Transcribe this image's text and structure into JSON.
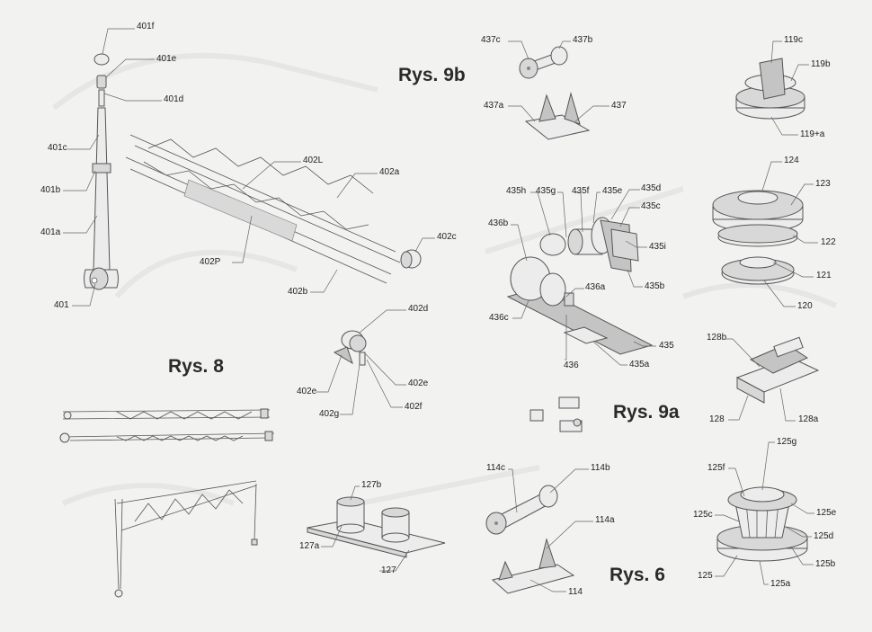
{
  "figure_titles": {
    "rys_9b": "Rys. 9b",
    "rys_8": "Rys. 8",
    "rys_9a": "Rys. 9a",
    "rys_6": "Rys. 6"
  },
  "labels": {
    "l401f": "401f",
    "l401e": "401e",
    "l401d": "401d",
    "l401c": "401c",
    "l401b": "401b",
    "l401a": "401a",
    "l401": "401",
    "l402L": "402L",
    "l402a": "402a",
    "l402c": "402c",
    "l402P": "402P",
    "l402b": "402b",
    "l402d": "402d",
    "l402e_left": "402e",
    "l402e_right": "402e",
    "l402g": "402g",
    "l402f": "402f",
    "l127b": "127b",
    "l127a": "127a",
    "l127": "127",
    "l437c": "437c",
    "l437b": "437b",
    "l437a": "437a",
    "l437": "437",
    "l435h": "435h",
    "l435g": "435g",
    "l435f": "435f",
    "l435e": "435e",
    "l435d": "435d",
    "l435c": "435c",
    "l436b": "436b",
    "l435i": "435i",
    "l436a": "436a",
    "l435b": "435b",
    "l436c": "436c",
    "l435": "435",
    "l436": "436",
    "l435a": "435a",
    "l114c": "114c",
    "l114b": "114b",
    "l114a": "114a",
    "l114": "114",
    "l119c": "119c",
    "l119b": "119b",
    "l119a": "119+a",
    "l124": "124",
    "l123": "123",
    "l122": "122",
    "l121": "121",
    "l120": "120",
    "l128b": "128b",
    "l128": "128",
    "l128a": "128a",
    "l125g": "125g",
    "l125f": "125f",
    "l125e": "125e",
    "l125c": "125c",
    "l125d": "125d",
    "l125b": "125b",
    "l125": "125",
    "l125a": "125a"
  },
  "colors": {
    "paper": "#f2f2f0",
    "part_light": "#ececec",
    "part_mid": "#d8d8d8",
    "part_dark": "#c4c4c4",
    "outline": "#555555"
  }
}
